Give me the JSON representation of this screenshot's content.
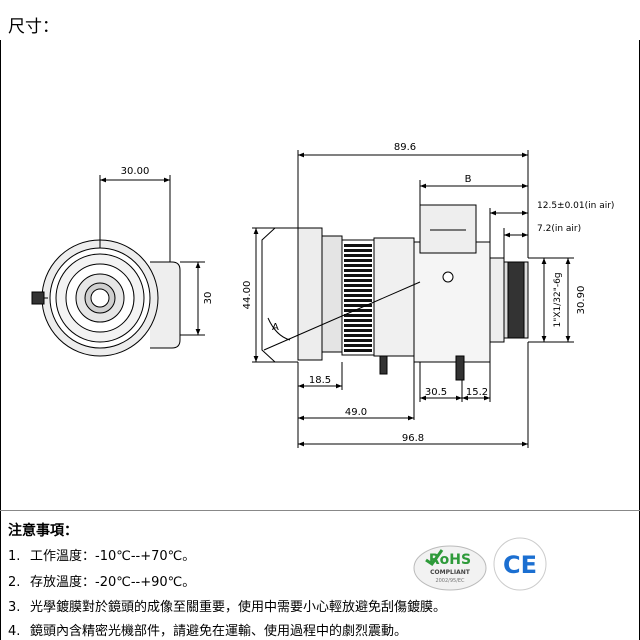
{
  "header": {
    "title": "尺寸："
  },
  "dimensions": {
    "front_width": "30.00",
    "front_height": "30",
    "overall_89": "89.6",
    "b_label": "B",
    "flange_back": "12.5±0.01(in air)",
    "back_focal": "7.2(in air)",
    "diameter": "44.00",
    "mount_dia": "30.90",
    "thread": "1\"X1/32\"-6g",
    "angle_label": "A",
    "d18": "18.5",
    "d30": "30.5",
    "d15": "15.2",
    "d49": "49.0",
    "d96": "96.8"
  },
  "notes": {
    "title": "注意事項：",
    "items": [
      {
        "num": "1.",
        "text": "工作溫度：-10℃--+70℃。"
      },
      {
        "num": "2.",
        "text": "存放溫度：-20℃--+90℃。"
      },
      {
        "num": "3.",
        "text": "光學鍍膜對於鏡頭的成像至關重要，使用中需要小心輕放避免刮傷鍍膜。"
      },
      {
        "num": "4.",
        "text": "鏡頭內含精密光機部件，請避免在運輸、使用過程中的劇烈震動。"
      }
    ]
  },
  "logos": {
    "rohs": {
      "main": "RoHS",
      "sub": "COMPLIANT",
      "code": "2002/95/EC"
    },
    "ce": "CE"
  },
  "colors": {
    "rohs_green": "#2e9a3a",
    "rohs_red": "#d8322a",
    "ce_blue": "#1b6fd1"
  }
}
